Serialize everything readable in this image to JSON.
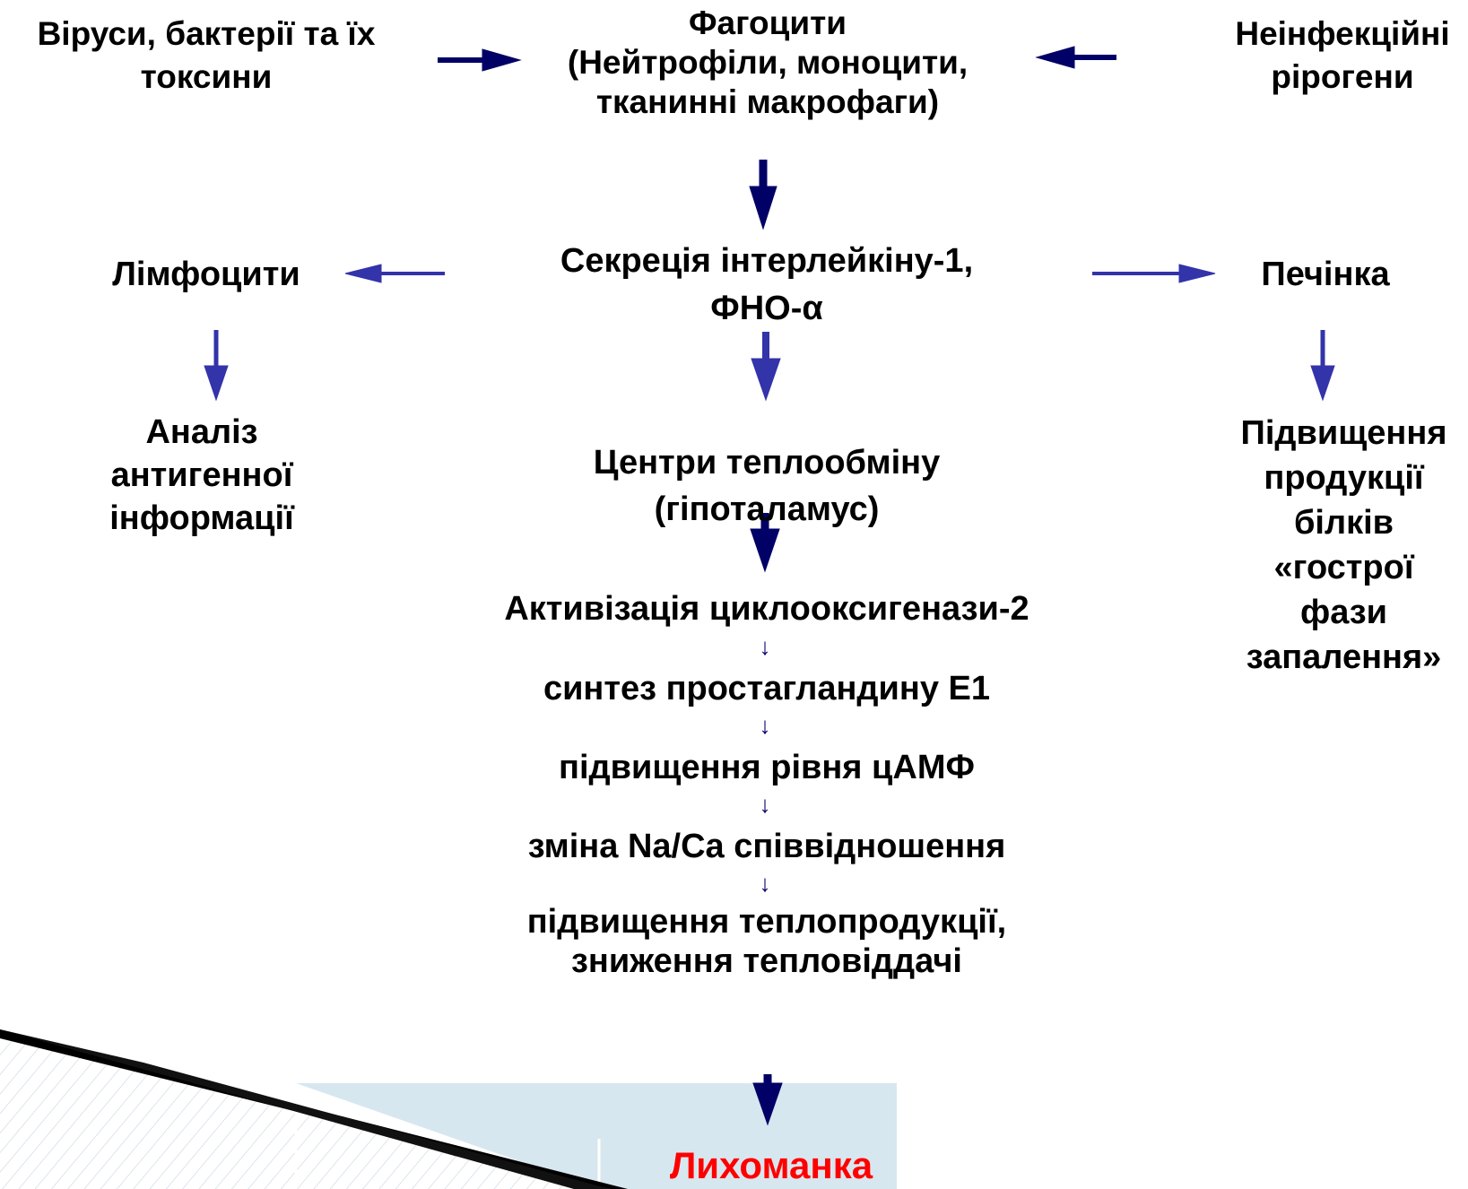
{
  "nodes": {
    "viruses": "Віруси, бактерії та їх\nтоксини",
    "phagocytes": "Фагоцити\n(Нейтрофіли, моноцити,\nтканинні макрофаги)",
    "noninfectious": "Неінфекційні\npірогени",
    "lymphocytes": "Лімфоцити",
    "secretion": "Секреція інтерлейкіну-1,\nФНО-α",
    "liver": "Печінка",
    "analysis": "Аналіз\nантигенної\nінформації",
    "centers": "Центри теплообміну\n(гіпоталамус)",
    "proteins": "Підвищення\nпродукції\nбілків\n«гострої\nфази\nзапалення»",
    "cox2": "Активізація циклооксигенази-2",
    "prostaglandin": "синтез простагландину Е1",
    "camp": "підвищення рівня цАМФ",
    "naca": "зміна Na/Ca співвідношення",
    "heat": "підвищення теплопродукції,\nзниження тепловіддачі",
    "fever": "Лихоманка"
  },
  "step_arrow_glyph": "↓",
  "colors": {
    "text": "#000000",
    "fever": "#ff0000",
    "arrow_dark": "#000066",
    "arrow_blue": "#3333aa"
  }
}
